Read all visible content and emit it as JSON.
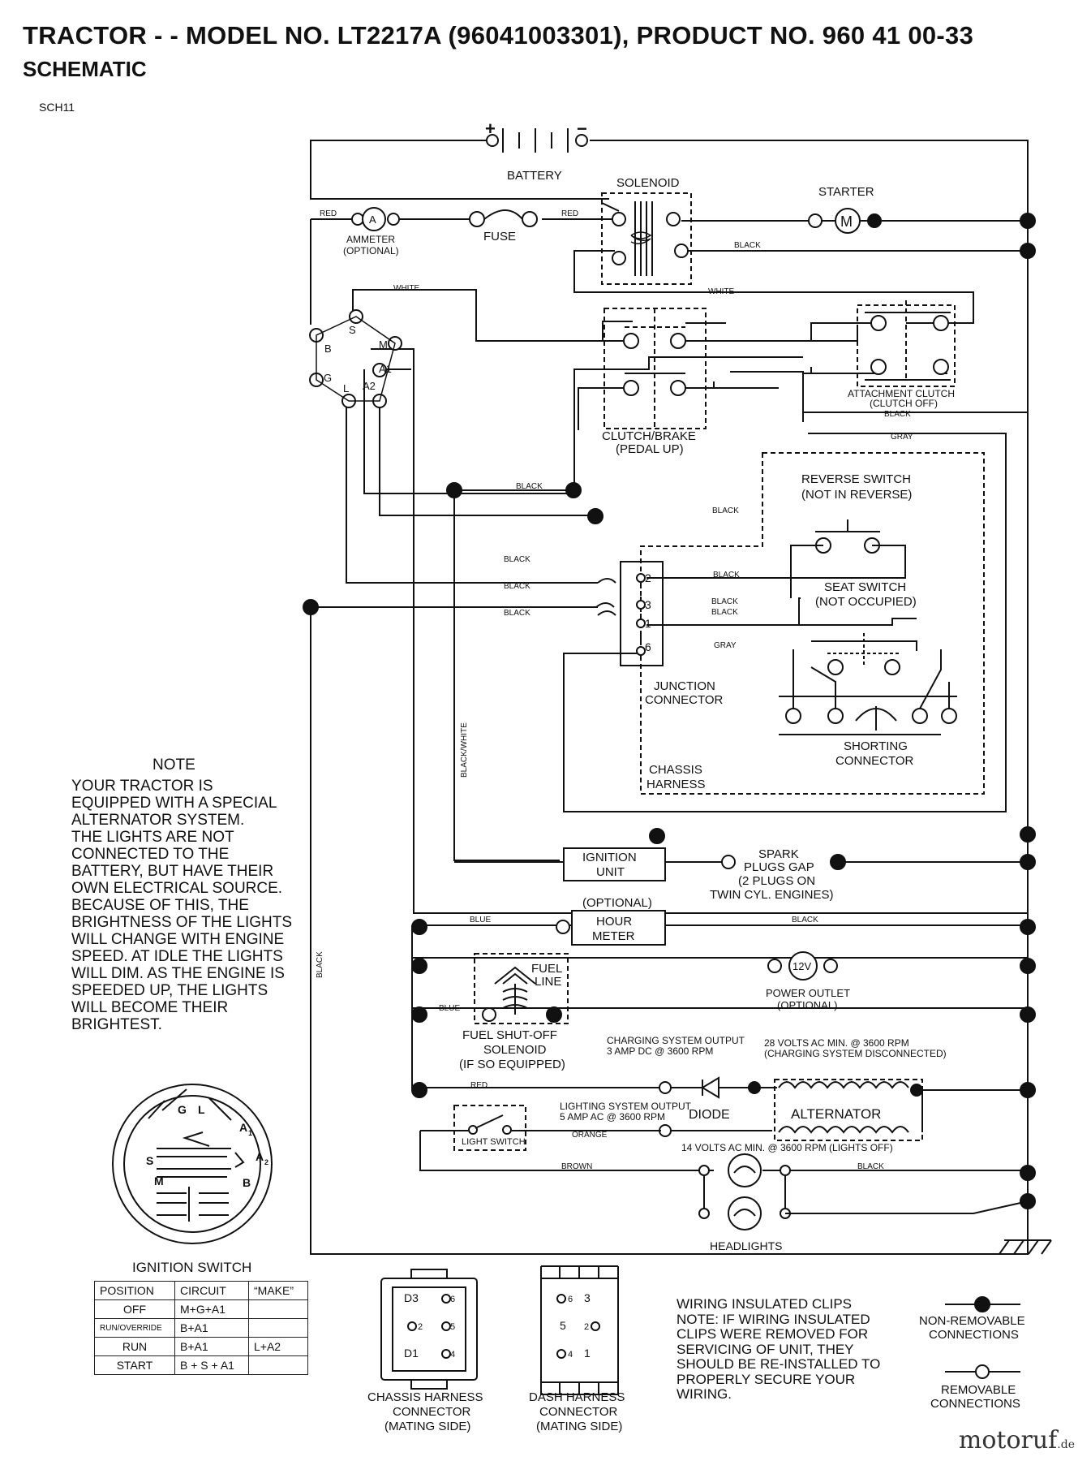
{
  "header": {
    "title": "TRACTOR - - MODEL NO. LT2217A (96041003301), PRODUCT NO. 960 41 00-33",
    "subtitle": "SCHEMATIC",
    "code": "SCH11"
  },
  "components": {
    "battery": "BATTERY",
    "plus": "+",
    "minus": "−",
    "solenoid": "SOLENOID",
    "starter": "STARTER",
    "starter_symbol": "M",
    "ammeter_symbol": "A",
    "ammeter": "AMMETER",
    "ammeter_opt": "(OPTIONAL)",
    "fuse": "FUSE",
    "clutch_brake": "CLUTCH/BRAKE",
    "pedal_up": "(PEDAL UP)",
    "attach_clutch": "ATTACHMENT CLUTCH",
    "clutch_off": "(CLUTCH OFF)",
    "reverse_switch": "REVERSE SWITCH",
    "not_in_reverse": "(NOT IN REVERSE)",
    "seat_switch": "SEAT SWITCH",
    "not_occupied": "(NOT OCCUPIED)",
    "junction": "JUNCTION",
    "connector": "CONNECTOR",
    "shorting": "SHORTING",
    "chassis": "CHASSIS",
    "harness": "HARNESS",
    "ignition_unit_1": "IGNITION",
    "ignition_unit_2": "UNIT",
    "spark_1": "SPARK",
    "spark_2": "PLUGS GAP",
    "spark_3": "(2 PLUGS ON",
    "spark_4": "TWIN CYL. ENGINES)",
    "optional": "(OPTIONAL)",
    "hour_1": "HOUR",
    "hour_2": "METER",
    "fuel_1": "FUEL",
    "fuel_2": "LINE",
    "power_outlet": "POWER OUTLET",
    "power_opt": "(OPTIONAL)",
    "outlet_symbol": "12V",
    "fuel_sol_1": "FUEL SHUT-OFF",
    "fuel_sol_2": "SOLENOID",
    "fuel_sol_3": "(IF SO EQUIPPED)",
    "charging_1": "CHARGING SYSTEM OUTPUT",
    "charging_2": "3 AMP DC @ 3600 RPM",
    "volts28_1": "28 VOLTS AC MIN. @ 3600 RPM",
    "volts28_2": "(CHARGING SYSTEM DISCONNECTED)",
    "diode": "DIODE",
    "alternator": "ALTERNATOR",
    "lighting_1": "LIGHTING SYSTEM OUTPUT",
    "lighting_2": "5 AMP AC @ 3600 RPM",
    "light_switch": "LIGHT SWITCH",
    "volts14": "14 VOLTS AC MIN. @ 3600 RPM (LIGHTS OFF)",
    "headlights": "HEADLIGHTS",
    "ignition_switch": "IGNITION SWITCH"
  },
  "switch_terminals": [
    "S",
    "B",
    "M",
    "A1",
    "G",
    "L",
    "A2"
  ],
  "switch_face": {
    "g": "G",
    "l": "L",
    "a1": "A",
    "a1_sub": "1",
    "a2": "A",
    "a2_sub": "2",
    "s": "S",
    "m": "M",
    "b": "B"
  },
  "junction_pins": [
    "2",
    "3",
    "1",
    "6"
  ],
  "wires": {
    "red": "RED",
    "white": "WHITE",
    "black": "BLACK",
    "gray": "GRAY",
    "blue": "BLUE",
    "orange": "ORANGE",
    "brown": "BROWN",
    "black_white": "BLACK/WHITE"
  },
  "note": {
    "title": "NOTE",
    "body": "YOUR TRACTOR IS\nEQUIPPED WITH A SPECIAL\nALTERNATOR SYSTEM.\nTHE LIGHTS ARE NOT\nCONNECTED TO THE\nBATTERY, BUT HAVE THEIR\nOWN ELECTRICAL SOURCE.\nBECAUSE OF THIS, THE\nBRIGHTNESS OF THE LIGHTS\nWILL CHANGE WITH ENGINE\nSPEED.  AT IDLE THE LIGHTS\nWILL DIM.  AS THE ENGINE IS\nSPEEDED UP, THE LIGHTS\nWILL BECOME THEIR\nBRIGHTEST."
  },
  "ignition_table": {
    "headers": [
      "POSITION",
      "CIRCUIT",
      "“MAKE”"
    ],
    "rows": [
      [
        "OFF",
        "M+G+A1",
        ""
      ],
      [
        "RUN/OVERRIDE",
        "B+A1",
        ""
      ],
      [
        "RUN",
        "B+A1",
        "L+A2"
      ],
      [
        "START",
        "B + S + A1",
        ""
      ]
    ]
  },
  "connectors": {
    "chassis_1": "CHASSIS HARNESS",
    "chassis_2": "CONNECTOR",
    "chassis_3": "(MATING SIDE)",
    "dash_1": "DASH HARNESS",
    "dash_2": "CONNECTOR",
    "dash_3": "(MATING SIDE)",
    "chassis_pins": [
      "D3",
      "6",
      "2",
      "5",
      "D1",
      "4"
    ],
    "dash_pins": [
      "6",
      "3",
      "5",
      "2",
      "4",
      "1"
    ]
  },
  "clips_note": "WIRING INSULATED CLIPS\nNOTE: IF WIRING INSULATED\nCLIPS WERE REMOVED FOR\nSERVICING OF UNIT, THEY\nSHOULD BE RE-INSTALLED TO\nPROPERLY SECURE YOUR\nWIRING.",
  "legend": {
    "nonremovable_1": "NON-REMOVABLE",
    "nonremovable_2": "CONNECTIONS",
    "removable_1": "REMOVABLE",
    "removable_2": "CONNECTIONS"
  },
  "watermark": {
    "text": "motoruf",
    "tld": ".de"
  }
}
